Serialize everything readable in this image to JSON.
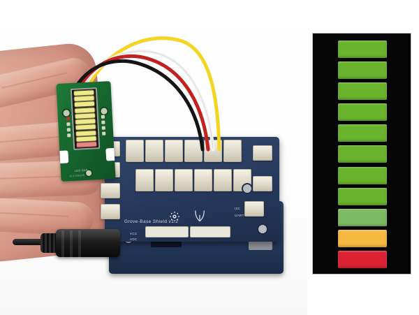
{
  "scene": {
    "title": "Grove LED Bar demonstration photo",
    "description": "A hand holds a Grove LED Bar module wired to a Grove Base Shield mounted on an Arduino board; beside it a rendered ten-segment LED bar graph illustration."
  },
  "photo": {
    "name": "grove-led-bar-photo",
    "hand": {
      "name": "hand",
      "skin_color": "#dca292",
      "fingers": [
        "index-finger",
        "middle-finger",
        "ring-finger",
        "little-finger"
      ]
    },
    "module": {
      "name": "grove-led-bar-module",
      "pcb_color": "#17682f",
      "silkscreen_primary": "LED BAR",
      "silkscreen_secondary": "v2.0 GROVE",
      "bar_segment_count": 10,
      "bar_lit_color": "#f0e98a",
      "bar_bottom_color": "#e8867f",
      "mounting_holes": 3
    },
    "cable": {
      "name": "grove-4pin-cable",
      "wires": [
        {
          "name": "wire-yellow",
          "color": "#f3d524"
        },
        {
          "name": "wire-white",
          "color": "#f2f2f2"
        },
        {
          "name": "wire-red",
          "color": "#c3211f"
        },
        {
          "name": "wire-black",
          "color": "#141414"
        }
      ]
    },
    "shield": {
      "name": "grove-base-shield",
      "pcb_color": "#27395c",
      "silkscreen_title": "Grove-Base Shield v1.2",
      "silkscreen_vcc": "VCC",
      "silkscreen_adc": "ADC",
      "silkscreen_i2c": "I2C",
      "silkscreen_uart": "UART",
      "grove_port_color": "#ded9c8",
      "grove_port_count": 16
    },
    "arduino": {
      "name": "arduino-board",
      "pcb_color": "#25385a"
    },
    "power": {
      "name": "dc-barrel-power-plug",
      "color": "#0a0a0a"
    }
  },
  "illustration": {
    "name": "led-bar-graph-illustration",
    "panel_background": "#050505",
    "panel_border": "#bfbfbf",
    "segment_count": 11,
    "segments": [
      {
        "index": 1,
        "name": "led-segment-1",
        "color": "#69b32d",
        "state": "green"
      },
      {
        "index": 2,
        "name": "led-segment-2",
        "color": "#69b32d",
        "state": "green"
      },
      {
        "index": 3,
        "name": "led-segment-3",
        "color": "#69b32d",
        "state": "green"
      },
      {
        "index": 4,
        "name": "led-segment-4",
        "color": "#69b32d",
        "state": "green"
      },
      {
        "index": 5,
        "name": "led-segment-5",
        "color": "#69b32d",
        "state": "green"
      },
      {
        "index": 6,
        "name": "led-segment-6",
        "color": "#69b32d",
        "state": "green"
      },
      {
        "index": 7,
        "name": "led-segment-7",
        "color": "#69b32d",
        "state": "green"
      },
      {
        "index": 8,
        "name": "led-segment-8",
        "color": "#69b32d",
        "state": "green"
      },
      {
        "index": 9,
        "name": "led-segment-9",
        "color": "#7cba63",
        "state": "pale-green"
      },
      {
        "index": 10,
        "name": "led-segment-10",
        "color": "#f5b942",
        "state": "amber"
      },
      {
        "index": 11,
        "name": "led-segment-11",
        "color": "#dc2233",
        "state": "red"
      }
    ]
  }
}
